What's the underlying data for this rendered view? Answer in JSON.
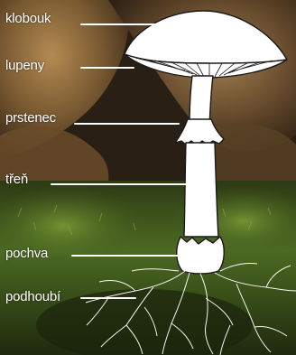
{
  "diagram": {
    "labels": [
      {
        "id": "klobouk",
        "text": "klobouk"
      },
      {
        "id": "lupeny",
        "text": "lupeny"
      },
      {
        "id": "prstenec",
        "text": "prstenec"
      },
      {
        "id": "tren",
        "text": "třeň"
      },
      {
        "id": "pochva",
        "text": "pochva"
      },
      {
        "id": "podhoubi",
        "text": "podhoubí"
      }
    ]
  },
  "colors": {
    "label_text": "#ffffff",
    "leader_line": "#ffffff",
    "mushroom_fill": "#ffffff",
    "mushroom_outline": "#1a1a1a",
    "background_rock": "#7a5a32",
    "background_moss": "#3f5a1e"
  }
}
